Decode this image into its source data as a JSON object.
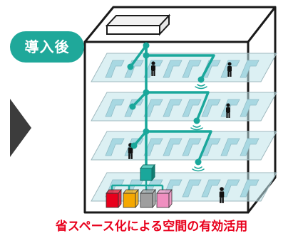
{
  "badge": {
    "label": "導入後"
  },
  "caption": {
    "text": "省スペース化による空間の有効活用"
  },
  "colors": {
    "badge_bg": "#1fa89a",
    "caption": "#e8001c",
    "network": "#1aa79b",
    "arrow": "#3c3c3c",
    "floor": "#bfe3ea",
    "desk": "#a8d8e2",
    "building_outline": "#1a1a1a",
    "hub": "#1aa79b",
    "equipment": [
      "#e8001c",
      "#f5a800",
      "#9e9e9e",
      "#f08fc0"
    ]
  },
  "icons": {
    "arrow": "right-chevron-arrow",
    "person": "person-silhouette",
    "access_point": "wireless-access-point-icon",
    "roof_unit": "rooftop-unit",
    "equipment": "server-cabinet"
  }
}
